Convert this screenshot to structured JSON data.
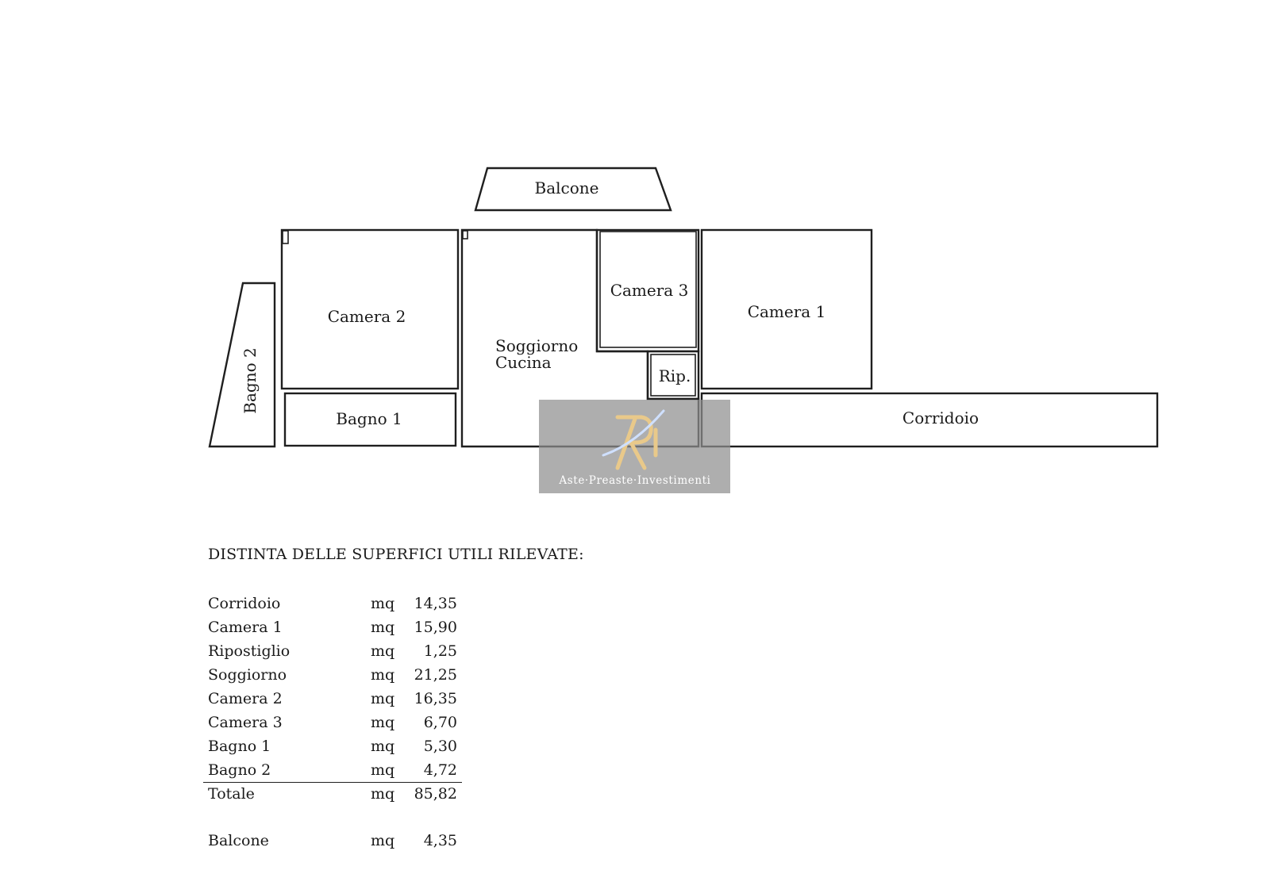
{
  "rooms": {
    "balcone": "Balcone",
    "camera2": "Camera 2",
    "camera3": "Camera 3",
    "camera1": "Camera 1",
    "soggiorno_line1": "Soggiorno",
    "soggiorno_line2": "Cucina",
    "ripostiglio": "Rip.",
    "bagno1": "Bagno 1",
    "bagno2": "Bagno 2",
    "corridoio": "Corridoio"
  },
  "watermark": {
    "text": "Aste·Preaste·Investimenti",
    "logo_letters": "RI"
  },
  "schedule": {
    "title": "DISTINTA DELLE SUPERFICI UTILI RILEVATE:",
    "unit": "mq",
    "rows": [
      {
        "name": "Corridoio",
        "value": "14,35"
      },
      {
        "name": "Camera 1",
        "value": "15,90"
      },
      {
        "name": "Ripostiglio",
        "value": "1,25"
      },
      {
        "name": "Soggiorno",
        "value": "21,25"
      },
      {
        "name": "Camera 2",
        "value": "16,35"
      },
      {
        "name": "Camera 3",
        "value": "6,70"
      },
      {
        "name": "Bagno 1",
        "value": "5,30"
      },
      {
        "name": "Bagno 2",
        "value": "4,72"
      }
    ],
    "total": {
      "name": "Totale",
      "value": "85,82"
    },
    "balcony": {
      "name": "Balcone",
      "value": "4,35"
    }
  },
  "colors": {
    "line": "#1f1f1f",
    "watermark_box": "#8f8f8f",
    "logo_gold": "#e9c98a"
  }
}
